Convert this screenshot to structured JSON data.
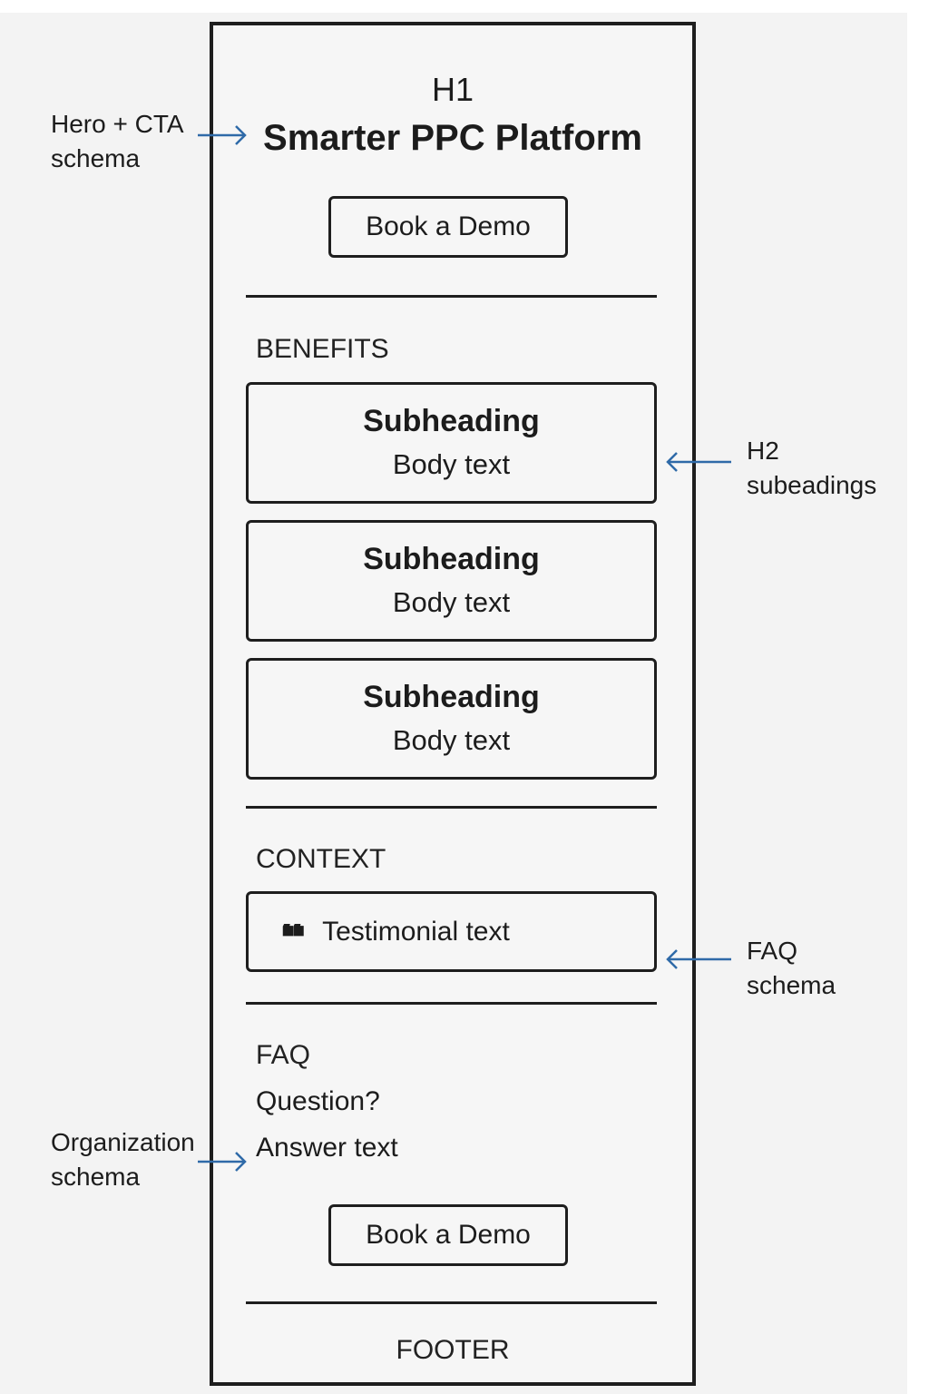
{
  "wireframe": {
    "hero": {
      "h1_label": "H1",
      "title": "Smarter PPC Platform",
      "cta_label": "Book a Demo"
    },
    "benefits": {
      "label": "BENEFITS",
      "cards": [
        {
          "subheading": "Subheading",
          "body": "Body text"
        },
        {
          "subheading": "Subheading",
          "body": "Body text"
        },
        {
          "subheading": "Subheading",
          "body": "Body text"
        }
      ]
    },
    "context": {
      "label": "CONTEXT",
      "testimonial": "Testimonial text",
      "quote_icon": "quote-icon"
    },
    "faq": {
      "label": "FAQ",
      "question": "Question?",
      "answer": "Answer text",
      "cta_label": "Book a Demo"
    },
    "footer": {
      "label": "FOOTER"
    }
  },
  "annotations": {
    "hero_cta": {
      "line1": "Hero + CTA",
      "line2": "schema"
    },
    "h2": {
      "line1": "H2",
      "line2": "subeadings"
    },
    "faq": {
      "line1": "FAQ",
      "line2": "schema"
    },
    "organization": {
      "line1": "Organization",
      "line2": "schema"
    }
  },
  "colors": {
    "frame": "#1e1e1e",
    "arrow": "#2f6aa8",
    "background": "#f3f3f3"
  }
}
